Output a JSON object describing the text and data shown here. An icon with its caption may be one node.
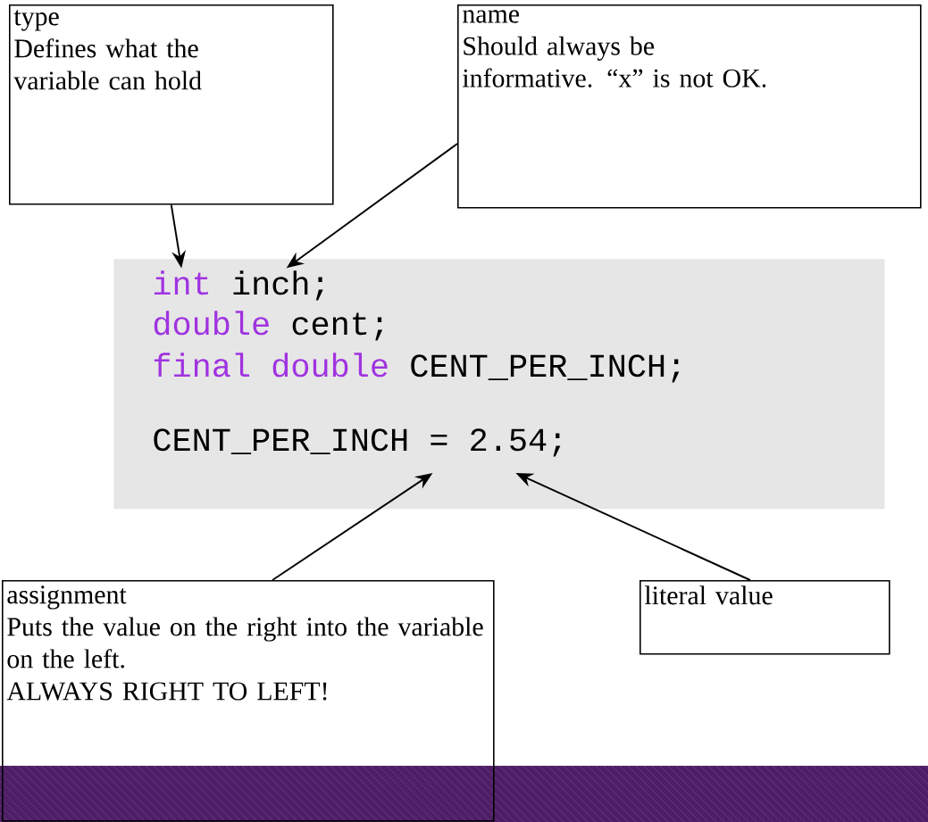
{
  "diagram": {
    "nodes": [
      {
        "text": [
          "type",
          "Defines what the variable can hold"
        ]
      },
      {
        "text": [
          "name",
          "Should always be informative. “x” is not OK."
        ]
      },
      {
        "text": [],
        "shape": "box"
      },
      {
        "text": [
          "int",
          "inch;"
        ],
        "in": 2
      },
      {
        "text": [
          "double",
          "cent;"
        ],
        "in": 2
      },
      {
        "text": [
          "final double",
          "CENT_PER_INCH;"
        ],
        "in": 2
      },
      {
        "text": [
          "CENT_PER_INCH = 2.54;"
        ],
        "in": 2
      },
      {
        "text": [
          "assignment",
          "Puts the value on the right into the variable on the left.",
          "ALWAYS RIGHT TO LEFT!"
        ]
      },
      {
        "text": [
          "literal value"
        ]
      }
    ],
    "edges": [
      {
        "from": 0,
        "to": 3,
        "arrow": "to"
      },
      {
        "from": 1,
        "to": 3,
        "arrow": "to"
      },
      {
        "from": 7,
        "to": 6,
        "arrow": "to"
      },
      {
        "from": 8,
        "to": 6,
        "arrow": "to"
      }
    ]
  }
}
